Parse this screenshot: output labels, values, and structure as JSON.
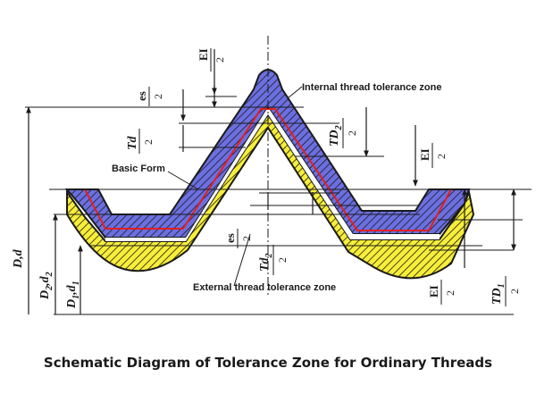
{
  "caption": "Schematic Diagram of Tolerance Zone for Ordinary Threads",
  "labels": {
    "internal_zone": "Internal thread tolerance zone",
    "external_zone": "External thread tolerance zone",
    "basic_form": "Basic Form"
  },
  "dimensions": {
    "EI": "EI",
    "es": "es",
    "Td": "Td",
    "Td_main": "Td",
    "Td_sub": "2",
    "TD_main": "TD",
    "TD2_sub": "2",
    "TD1_sub": "1",
    "two": "2",
    "D_d": "D,d",
    "D2_main": "D",
    "D2_sub": "2",
    "d2_main": ",d",
    "d2_sub": "2",
    "D1_main": "D",
    "D1_sub": "1",
    "d1_main": ",d",
    "d1_sub": "1"
  },
  "colors": {
    "internal_zone": "#6b6fe0",
    "external_zone": "#f7ee3a",
    "basic_form": "#e02020",
    "line": "#1a1a1a"
  }
}
